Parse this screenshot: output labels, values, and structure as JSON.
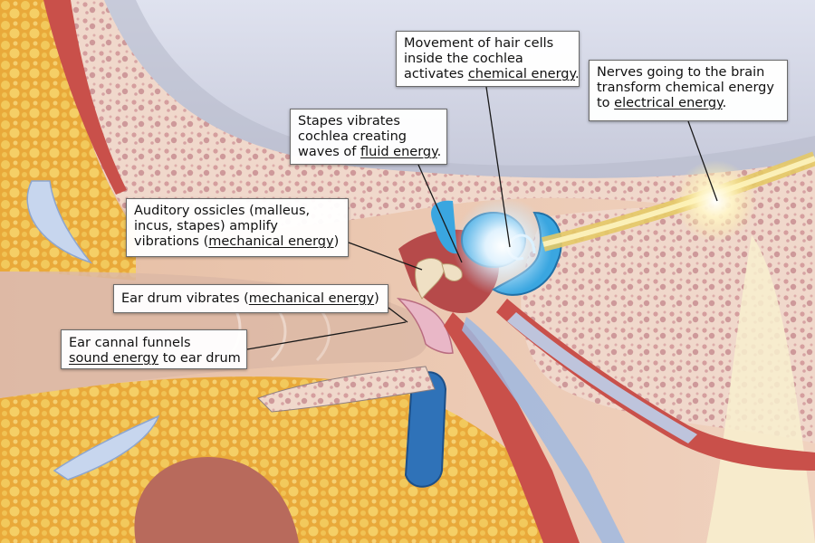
{
  "callouts": {
    "hair_cells": {
      "line1": "Movement of hair cells",
      "line2": "inside the cochlea",
      "line3_pre": "activates ",
      "line3_key": "chemical energy",
      "line3_post": "."
    },
    "nerves": {
      "line1": "Nerves going to the brain",
      "line2": "transform chemical energy",
      "line3_pre": "to ",
      "line3_key": "electrical energy",
      "line3_post": "."
    },
    "stapes": {
      "line1": "Stapes vibrates",
      "line2": "cochlea creating",
      "line3_pre": "waves of ",
      "line3_key": "fluid energy",
      "line3_post": "."
    },
    "ossicles": {
      "line1": "Auditory ossicles (malleus,",
      "line2": "incus, stapes) amplify",
      "line3_pre": "vibrations (",
      "line3_key": "mechanical energy",
      "line3_post": ")"
    },
    "ear_drum": {
      "line1_pre": "Ear drum vibrates (",
      "line1_key": "mechanical energy",
      "line1_post": ")"
    },
    "ear_canal": {
      "line1": "Ear cannal funnels",
      "line2_key": "sound energy",
      "line2_post": " to ear drum"
    }
  },
  "colors": {
    "bone_tissue": "#e8c9b8",
    "fat_tissue": "#e9a93a",
    "skin": "#eac1a6",
    "cochlea_blue": "#3aa6e0",
    "tube_blue": "#2f72b8",
    "nerve_glow": "#f4e07a",
    "muscle_red": "#c9504a"
  },
  "icons": [
    "ear-anatomy-illustration"
  ]
}
